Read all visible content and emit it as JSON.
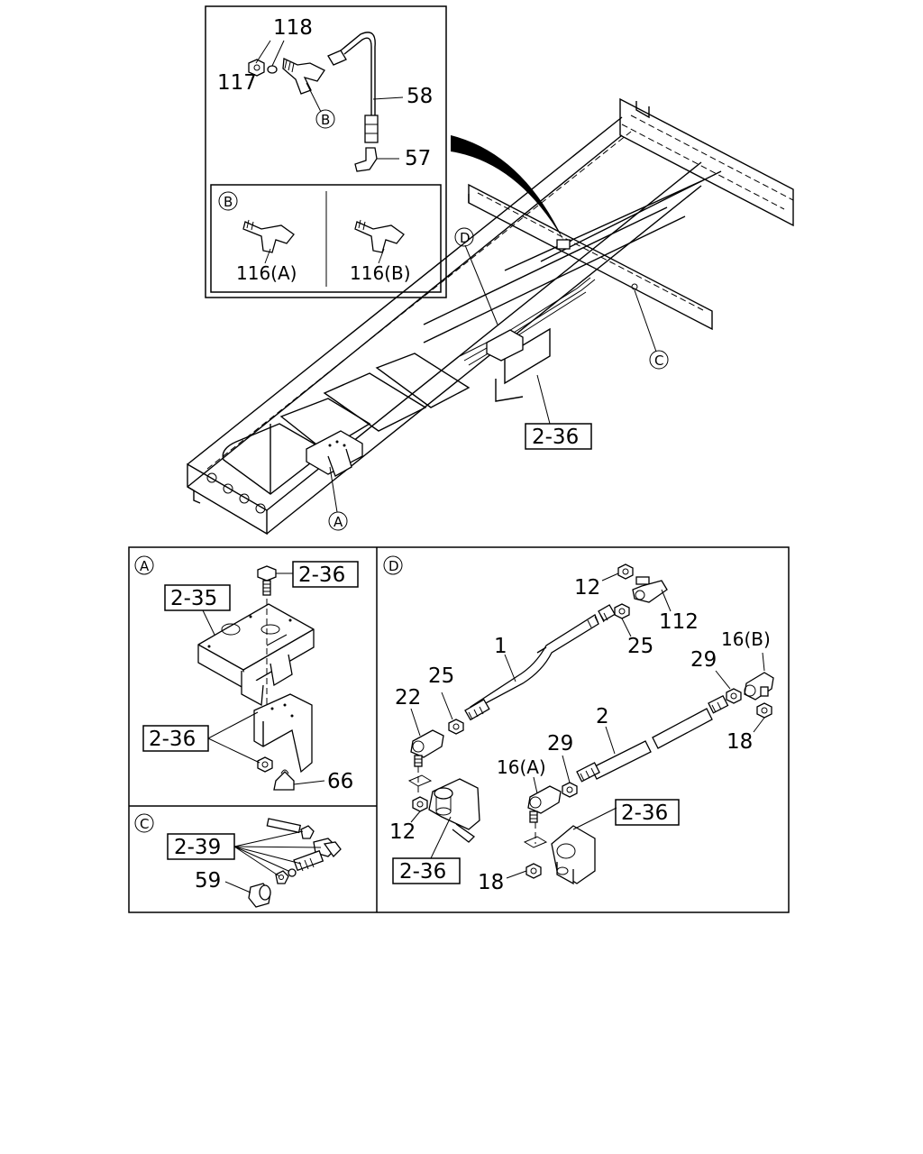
{
  "labels": {
    "p118": "118",
    "p117": "117",
    "p58": "58",
    "p57": "57",
    "p116a": "116(A)",
    "p116b": "116(B)",
    "ref_d": "D",
    "ref_c": "C",
    "ref_a": "A",
    "ref_b": "B",
    "ref_236_main": "2-36",
    "a_236_top": "2-36",
    "a_235": "2-35",
    "a_236_mid": "2-36",
    "a_66": "66",
    "c_239": "2-39",
    "c_59": "59",
    "d_12_top": "12",
    "d_112": "112",
    "d_25_right": "25",
    "d_1": "1",
    "d_16b": "16(B)",
    "d_29_right": "29",
    "d_22": "22",
    "d_25_left": "25",
    "d_2": "2",
    "d_18_right": "18",
    "d_29_mid": "29",
    "d_16a": "16(A)",
    "d_12_bottom": "12",
    "d_236_left": "2-36",
    "d_236_right": "2-36",
    "d_18_bottom": "18"
  }
}
